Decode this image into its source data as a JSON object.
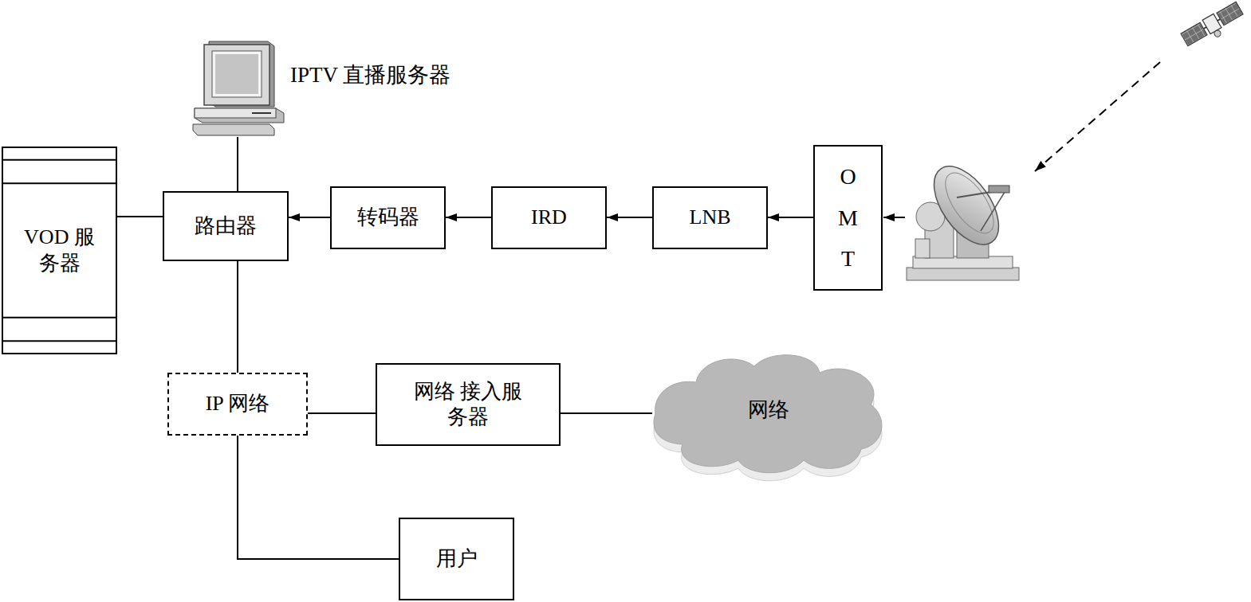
{
  "diagram": {
    "nodes": [
      {
        "text": [
          "IPTV 直播服务器"
        ]
      },
      {
        "text": [
          "VOD 服务器"
        ]
      },
      {
        "text": [
          "路由器"
        ]
      },
      {
        "text": [
          "转码器"
        ]
      },
      {
        "text": [
          "IRD"
        ]
      },
      {
        "text": [
          "LNB"
        ]
      },
      {
        "text": [
          "OMT"
        ]
      },
      {
        "text": [
          "IP 网络"
        ]
      },
      {
        "text": [
          "网络 接入服务器"
        ]
      },
      {
        "text": [
          "网络"
        ]
      },
      {
        "text": [
          "用户"
        ]
      }
    ],
    "edges": [
      {
        "from": 0,
        "to": 2,
        "arrow": "none"
      },
      {
        "from": 1,
        "to": 2,
        "arrow": "none"
      },
      {
        "from": 3,
        "to": 2,
        "arrow": "to"
      },
      {
        "from": 4,
        "to": 3,
        "arrow": "to"
      },
      {
        "from": 5,
        "to": 4,
        "arrow": "to"
      },
      {
        "from": 6,
        "to": 5,
        "arrow": "to"
      },
      {
        "from": 2,
        "to": 7,
        "arrow": "none"
      },
      {
        "from": 7,
        "to": 8,
        "arrow": "none"
      },
      {
        "from": 8,
        "to": 9,
        "arrow": "none"
      },
      {
        "from": 7,
        "to": 10,
        "arrow": "none"
      }
    ]
  }
}
